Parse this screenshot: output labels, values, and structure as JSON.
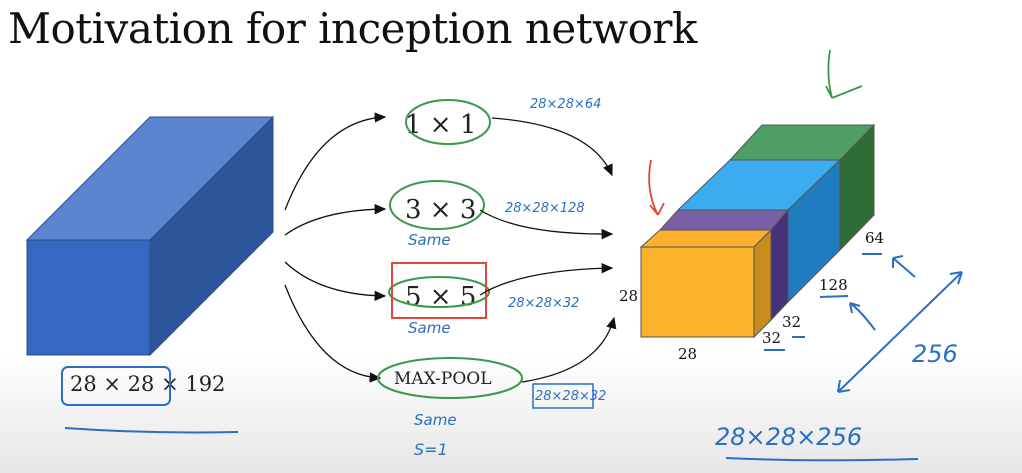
{
  "slide": {
    "title": "Motivation for inception network",
    "input_volume": {
      "label": "28 × 28 × 192",
      "color": "#3a6fc4"
    },
    "operations": [
      {
        "label": "1 × 1",
        "output": "28×28×64"
      },
      {
        "label": "3 × 3",
        "output": "28×28×128",
        "note": "Same"
      },
      {
        "label": "5 × 5",
        "output": "28×28×32",
        "note": "Same"
      },
      {
        "label": "MAX-POOL",
        "output": "28×28×32",
        "note": "Same",
        "note2": "S=1"
      }
    ],
    "output_volume": {
      "height_label": "28",
      "width_label": "28",
      "slices": [
        {
          "label": "32",
          "color": "#fbb12b"
        },
        {
          "label": "32",
          "color": "#7b5ea8"
        },
        {
          "label": "128",
          "color": "#3aacef"
        },
        {
          "label": "64",
          "color": "#4f9e63"
        }
      ],
      "total_depth": "256",
      "total_label": "28×28×256"
    }
  }
}
